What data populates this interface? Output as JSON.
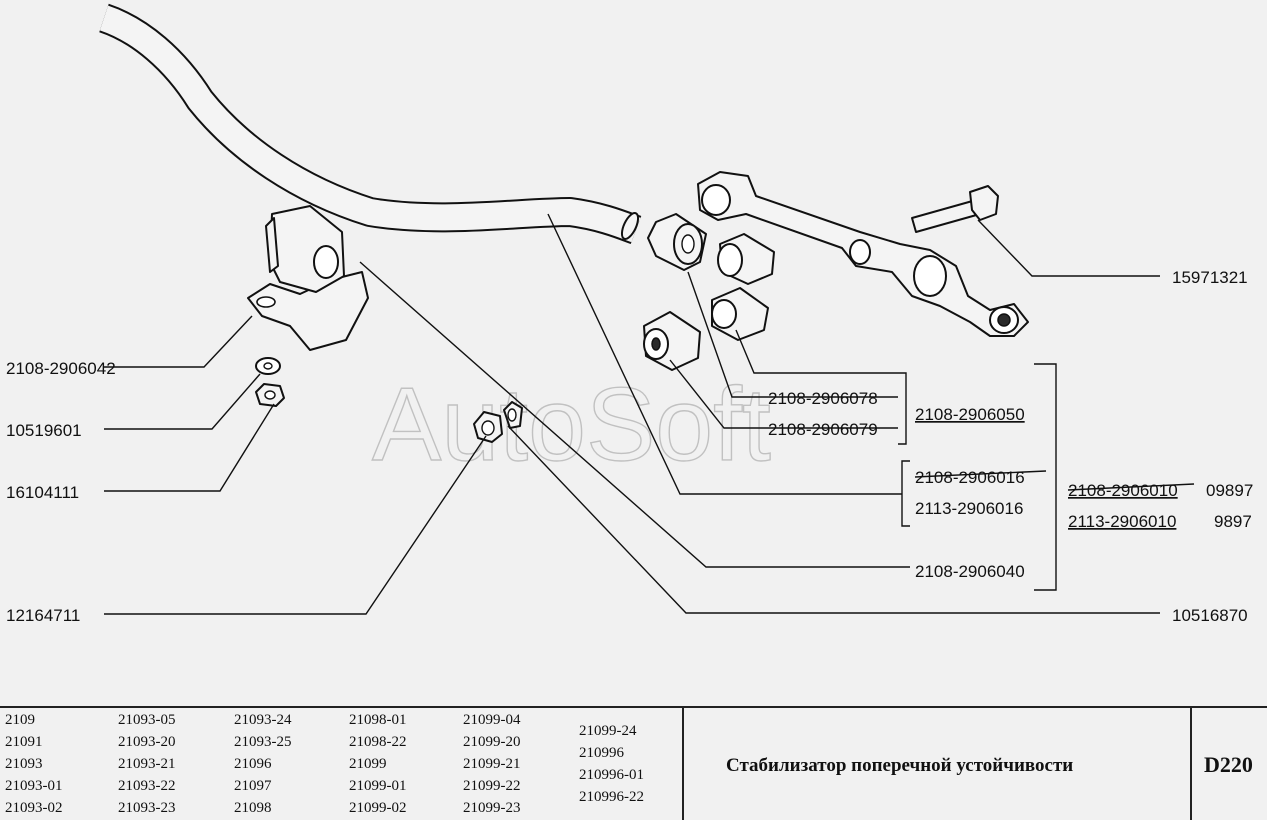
{
  "watermark": "AutoSoft",
  "labels": {
    "p2108_2906042": "2108-2906042",
    "p10519601": "10519601",
    "p16104111": "16104111",
    "p12164711": "12164711",
    "p15971321": "15971321",
    "p2108_2906078": "2108-2906078",
    "p2108_2906079": "2108-2906079",
    "p2108_2906050": "2108-2906050",
    "p2108_2906016": "2108-2906016",
    "p2113_2906016": "2113-2906016",
    "p2108_2906010": "2108-2906010",
    "v09897": "09897",
    "p2113_2906010": "2113-2906010",
    "v9897": "9897",
    "p2108_2906040": "2108-2906040",
    "p10516870": "10516870"
  },
  "title_block": {
    "models": [
      [
        "2109",
        "21091",
        "21093",
        "21093-01",
        "21093-02"
      ],
      [
        "21093-05",
        "21093-20",
        "21093-21",
        "21093-22",
        "21093-23"
      ],
      [
        "21093-24",
        "21093-25",
        "21096",
        "21097",
        "21098"
      ],
      [
        "21098-01",
        "21098-22",
        "21099",
        "21099-01",
        "21099-02"
      ],
      [
        "21099-04",
        "21099-20",
        "21099-21",
        "21099-22",
        "21099-23"
      ],
      [
        "21099-24",
        "210996",
        "210996-01",
        "210996-22"
      ]
    ],
    "title": "Стабилизатор поперечной устойчивости",
    "code": "D220"
  }
}
